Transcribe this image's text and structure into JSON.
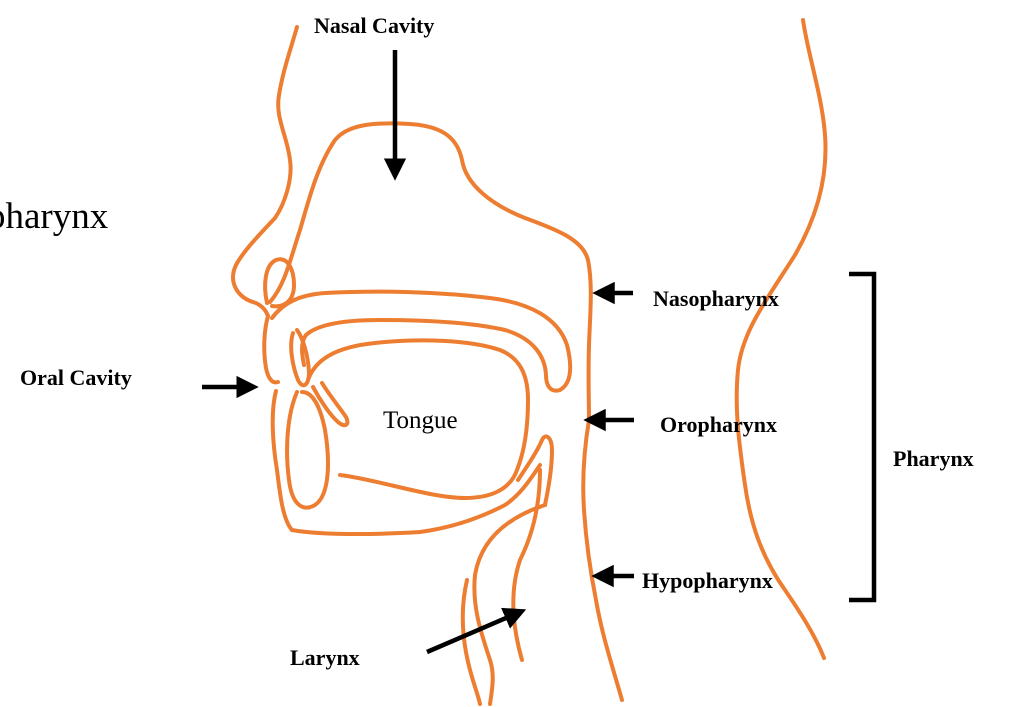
{
  "colors": {
    "outline": "#ED7D31",
    "text": "#000000",
    "background": "#FFFFFF"
  },
  "labels": {
    "nasal_cavity": "Nasal Cavity",
    "oral_cavity": "Oral Cavity",
    "tongue": "Tongue",
    "nasopharynx": "Nasopharynx",
    "oropharynx": "Oropharynx",
    "hypopharynx": "Hypopharynx",
    "pharynx": "Pharynx",
    "larynx": "Larynx",
    "clipped_left_text": "pharynx"
  }
}
